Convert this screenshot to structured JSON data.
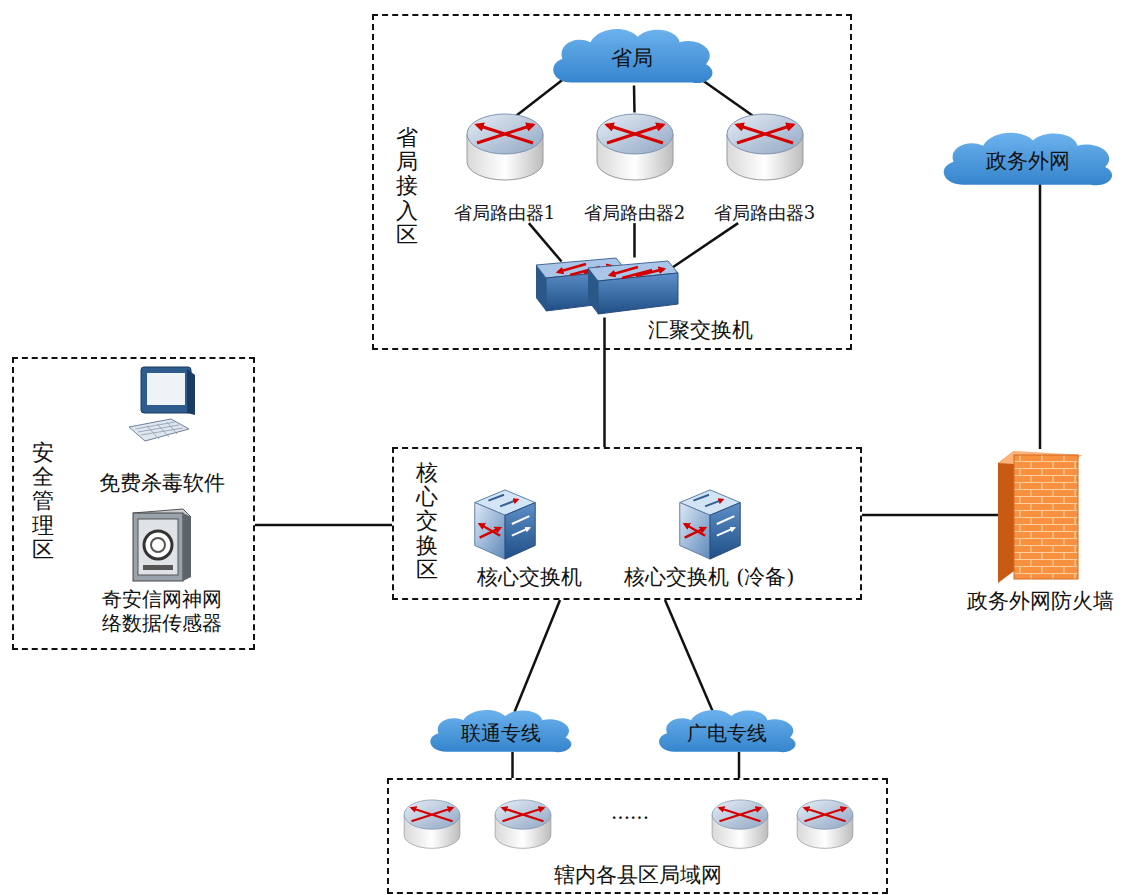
{
  "diagram": {
    "nodes": [
      {
        "text": [
          "省局接入区"
        ]
      },
      {
        "text": [
          "省局"
        ],
        "in": 0
      },
      {
        "text": [
          "省局路由器1"
        ],
        "in": 0
      },
      {
        "text": [
          "省局路由器2"
        ],
        "in": 0
      },
      {
        "text": [
          "省局路由器3"
        ],
        "in": 0
      },
      {
        "text": [
          "汇聚交换机"
        ],
        "in": 0
      },
      {
        "text": [
          "政务外网"
        ]
      },
      {
        "text": [
          "安全管理区"
        ]
      },
      {
        "text": [
          "免费杀毒软件"
        ],
        "in": 7
      },
      {
        "text": [
          "奇安信网神网 络数据传感器"
        ],
        "in": 7
      },
      {
        "text": [
          "核心交换区"
        ]
      },
      {
        "text": [
          "核心交换机"
        ],
        "in": 10
      },
      {
        "text": [
          "核心交换机 (冷备)"
        ],
        "in": 10
      },
      {
        "text": [
          "政务外网防火墙"
        ]
      },
      {
        "text": [
          "联通专线"
        ]
      },
      {
        "text": [
          "广电专线"
        ]
      },
      {
        "text": [
          "辖内各县区局域网"
        ]
      }
    ],
    "edges": [
      {
        "from": 1,
        "to": 2,
        "arrow": "none"
      },
      {
        "from": 1,
        "to": 3,
        "arrow": "none"
      },
      {
        "from": 1,
        "to": 4,
        "arrow": "none"
      },
      {
        "from": 2,
        "to": 5,
        "arrow": "none"
      },
      {
        "from": 3,
        "to": 5,
        "arrow": "none"
      },
      {
        "from": 4,
        "to": 5,
        "arrow": "none"
      },
      {
        "from": 5,
        "to": 10,
        "arrow": "none"
      },
      {
        "from": 7,
        "to": 10,
        "arrow": "none"
      },
      {
        "from": 10,
        "to": 13,
        "arrow": "none"
      },
      {
        "from": 13,
        "to": 6,
        "arrow": "none"
      },
      {
        "from": 10,
        "to": 14,
        "arrow": "none"
      },
      {
        "from": 10,
        "to": 15,
        "arrow": "none"
      },
      {
        "from": 14,
        "to": 16,
        "arrow": "none"
      },
      {
        "from": 15,
        "to": 16,
        "arrow": "none"
      }
    ],
    "labels": [
      "......"
    ]
  }
}
